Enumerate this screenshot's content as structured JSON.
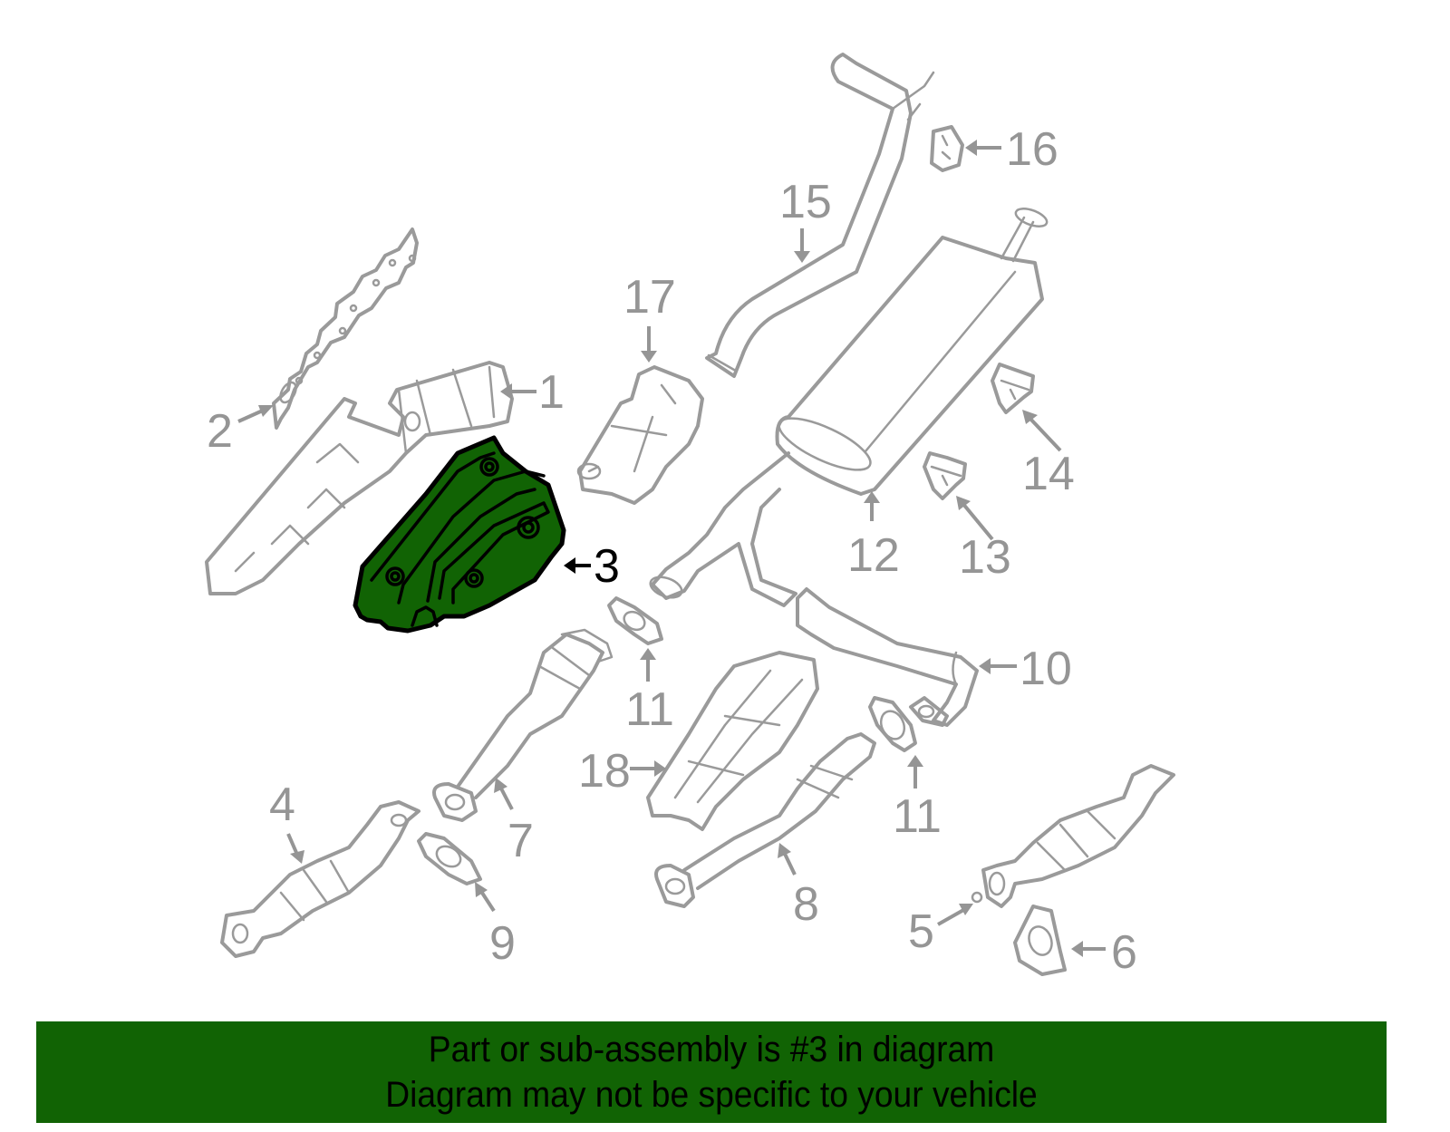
{
  "diagram": {
    "highlighted_part": "3",
    "highlight_color": "#116304",
    "line_color": "#9a9a9a",
    "callouts": [
      {
        "id": "1",
        "label": "1"
      },
      {
        "id": "2",
        "label": "2"
      },
      {
        "id": "3",
        "label": "3"
      },
      {
        "id": "4",
        "label": "4"
      },
      {
        "id": "5",
        "label": "5"
      },
      {
        "id": "6",
        "label": "6"
      },
      {
        "id": "7",
        "label": "7"
      },
      {
        "id": "8",
        "label": "8"
      },
      {
        "id": "9",
        "label": "9"
      },
      {
        "id": "10",
        "label": "10"
      },
      {
        "id": "11a",
        "label": "11"
      },
      {
        "id": "11b",
        "label": "11"
      },
      {
        "id": "12",
        "label": "12"
      },
      {
        "id": "13",
        "label": "13"
      },
      {
        "id": "14",
        "label": "14"
      },
      {
        "id": "15",
        "label": "15"
      },
      {
        "id": "16",
        "label": "16"
      },
      {
        "id": "17",
        "label": "17"
      },
      {
        "id": "18",
        "label": "18"
      }
    ]
  },
  "banner": {
    "line1": "Part or sub-assembly is #3 in diagram",
    "line2": "Diagram may not be specific to your vehicle",
    "background": "#116304"
  }
}
